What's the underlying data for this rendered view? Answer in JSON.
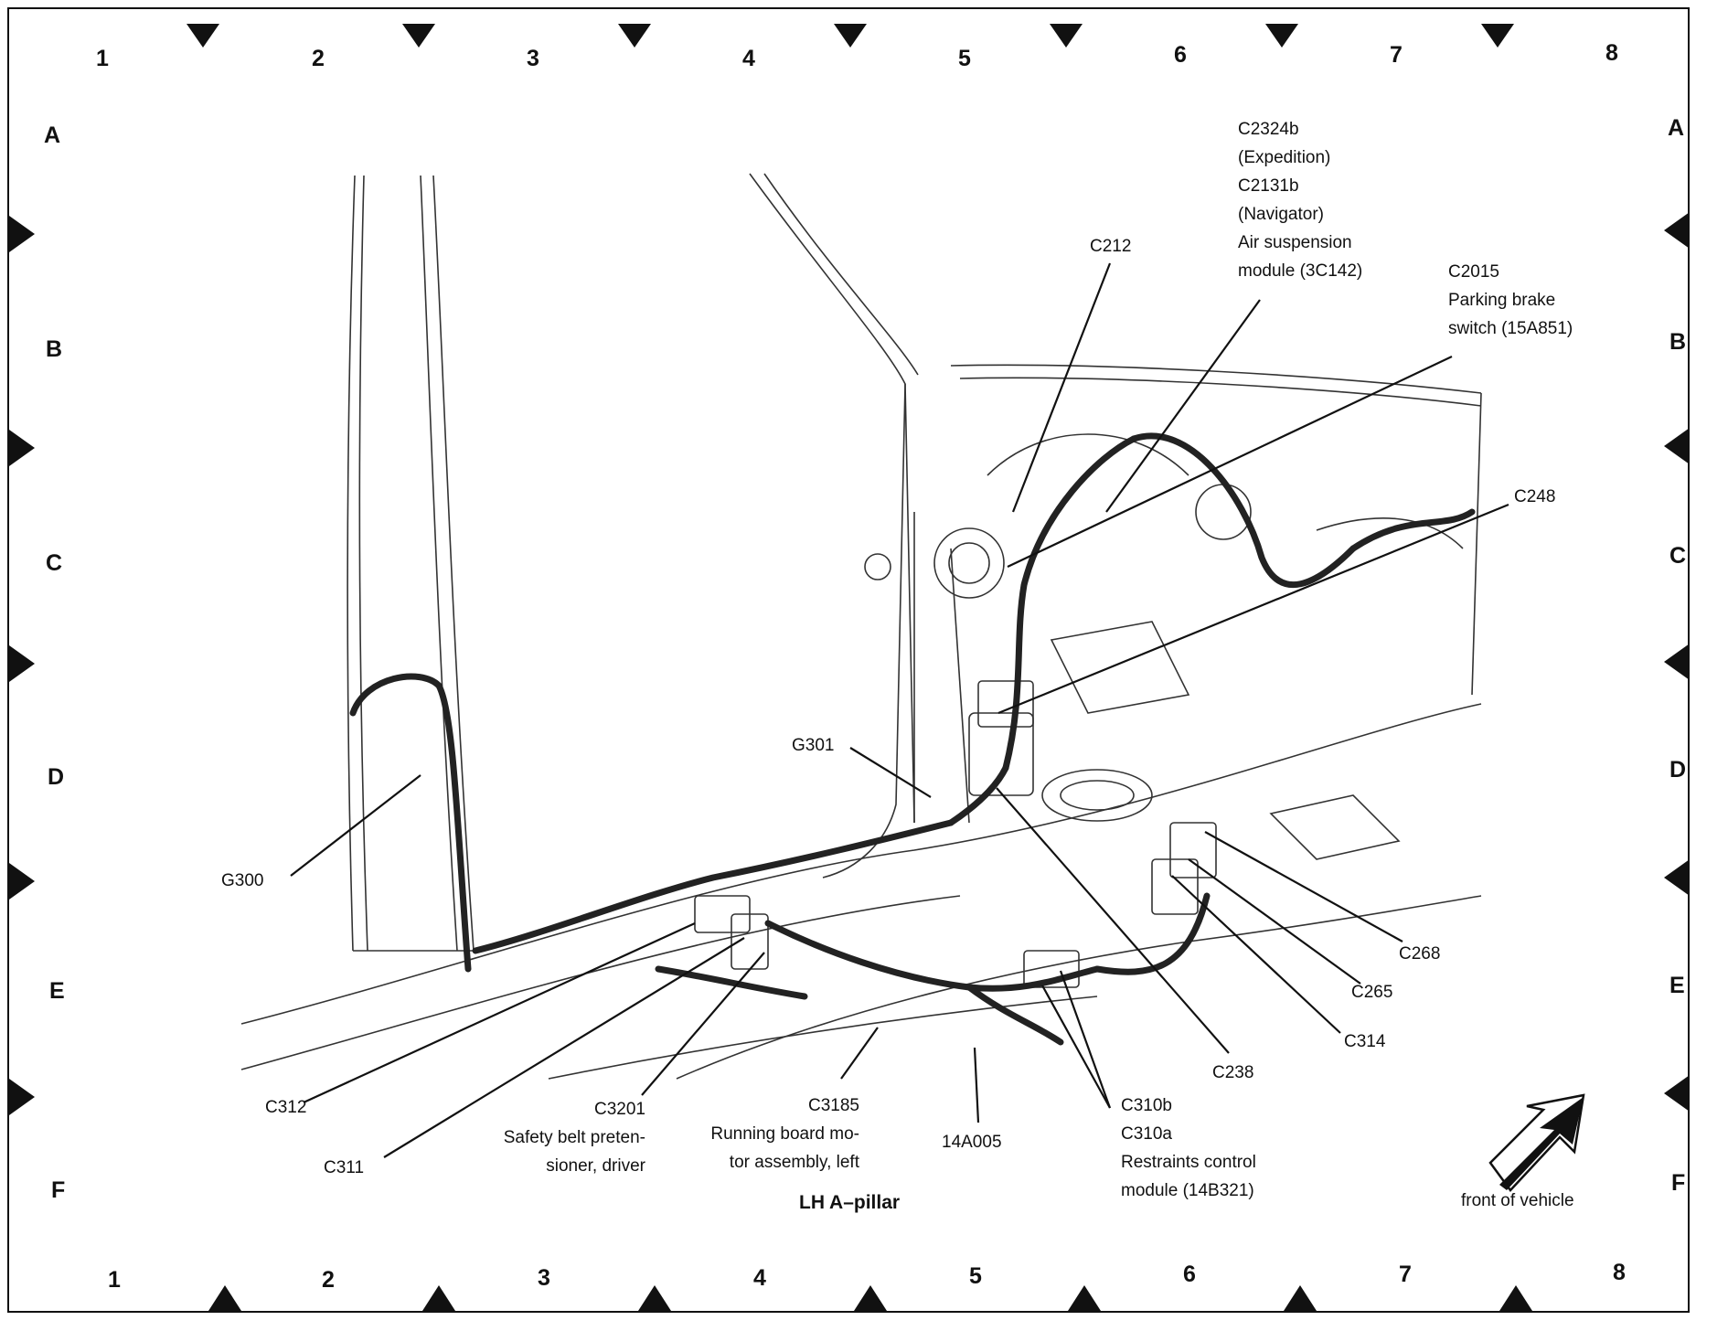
{
  "diagram": {
    "title": "LH A–pillar",
    "grid_columns": [
      "1",
      "2",
      "3",
      "4",
      "5",
      "6",
      "7",
      "8"
    ],
    "grid_rows": [
      "A",
      "B",
      "C",
      "D",
      "E",
      "F"
    ],
    "callouts": {
      "c2324b": [
        "C2324b",
        "(Expedition)",
        "C2131b",
        "(Navigator)",
        "Air suspension",
        "module (3C142)"
      ],
      "c212": [
        "C212"
      ],
      "c2015": [
        "C2015",
        "Parking brake",
        "switch (15A851)"
      ],
      "c248": [
        "C248"
      ],
      "g301": [
        "G301"
      ],
      "g300": [
        "G300"
      ],
      "c268": [
        "C268"
      ],
      "c265": [
        "C265"
      ],
      "c314": [
        "C314"
      ],
      "c238": [
        "C238"
      ],
      "c312": [
        "C312"
      ],
      "c311": [
        "C311"
      ],
      "c3201": [
        "C3201",
        "Safety belt preten-",
        "sioner, driver"
      ],
      "c3185": [
        "C3185",
        "Running board mo-",
        "tor assembly, left"
      ],
      "a14a005": [
        "14A005"
      ],
      "c310": [
        "C310b",
        "C310a",
        "Restraints control",
        "module (14B321)"
      ],
      "front": [
        "front of vehicle"
      ]
    }
  }
}
